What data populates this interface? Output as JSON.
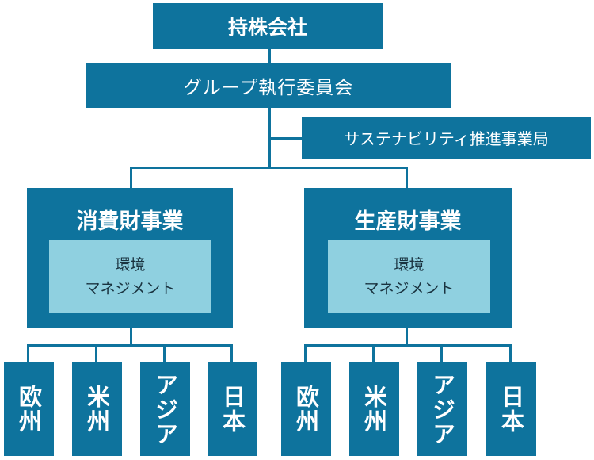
{
  "colors": {
    "primary": "#0e739d",
    "inner_fill": "#8fd0e0",
    "inner_text": "#1a3340",
    "background": "#ffffff"
  },
  "holding": {
    "label": "持株会社"
  },
  "group_committee": {
    "label": "グループ執行委員会"
  },
  "sustainability_office": {
    "label": "サステナビリティ推進事業局"
  },
  "divisions": [
    {
      "label": "消費財事業",
      "inner_line1": "環境",
      "inner_line2": "マネジメント",
      "regions": [
        "欧州",
        "米州",
        "アジア",
        "日本"
      ]
    },
    {
      "label": "生産財事業",
      "inner_line1": "環境",
      "inner_line2": "マネジメント",
      "regions": [
        "欧州",
        "米州",
        "アジア",
        "日本"
      ]
    }
  ]
}
